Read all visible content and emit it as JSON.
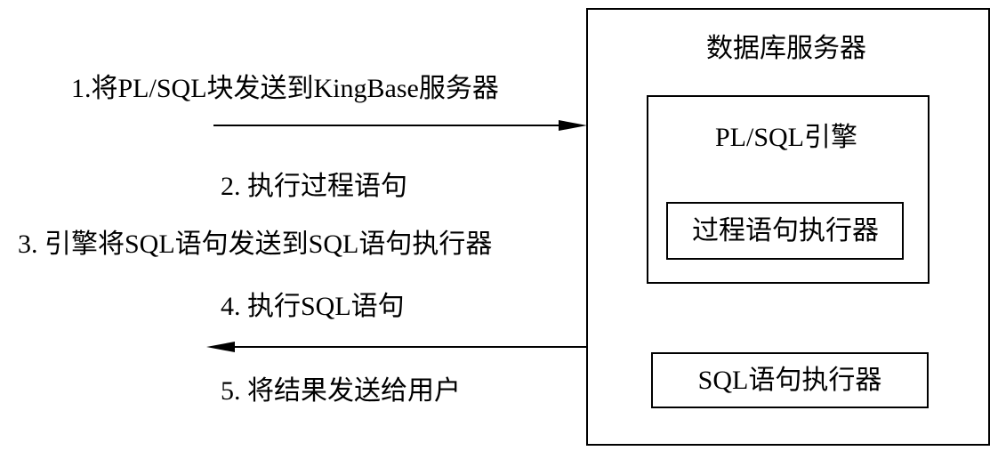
{
  "server": {
    "title": "数据库服务器",
    "engine": {
      "title": "PL/SQL引擎",
      "procedural_executor": "过程语句执行器"
    },
    "sql_executor": "SQL语句执行器"
  },
  "steps": [
    "1.将PL/SQL块发送到KingBase服务器",
    "2. 执行过程语句",
    "3. 引擎将SQL语句发送到SQL语句执行器",
    "4. 执行SQL语句",
    "5. 将结果发送给用户"
  ]
}
